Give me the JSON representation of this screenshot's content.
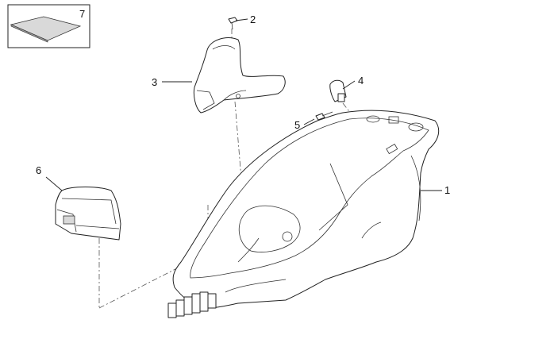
{
  "callouts": [
    {
      "id": "1",
      "text": "1"
    },
    {
      "id": "2",
      "text": "2"
    },
    {
      "id": "3",
      "text": "3"
    },
    {
      "id": "4",
      "text": "4"
    },
    {
      "id": "5",
      "text": "5"
    },
    {
      "id": "6",
      "text": "6"
    },
    {
      "id": "7",
      "text": "7"
    }
  ]
}
